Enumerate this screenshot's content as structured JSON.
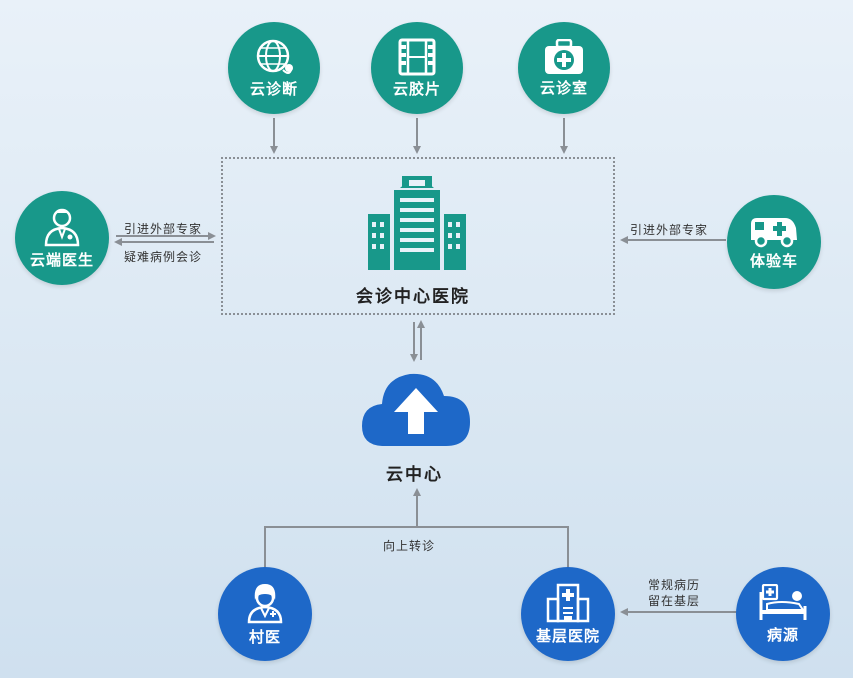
{
  "top_nodes": {
    "cloud_diagnosis": "云诊断",
    "cloud_film": "云胶片",
    "cloud_clinic": "云诊室"
  },
  "side_nodes": {
    "cloud_doctor": "云端医生",
    "exam_vehicle": "体验车"
  },
  "center": {
    "consultation_center": "会诊中心医院",
    "cloud_center": "云中心"
  },
  "bottom_nodes": {
    "village_doctor": "村医",
    "primary_hospital": "基层医院",
    "patient_source": "病源"
  },
  "edge_labels": {
    "left_line1": "引进外部专家",
    "left_line2": "疑难病例会诊",
    "right_line1": "引进外部专家",
    "upward_referral": "向上转诊",
    "routine_line1": "常规病历",
    "routine_line2": "留在基层"
  },
  "colors": {
    "teal": "#18988a",
    "blue": "#1e68c8",
    "connector": "#8a8f95"
  }
}
